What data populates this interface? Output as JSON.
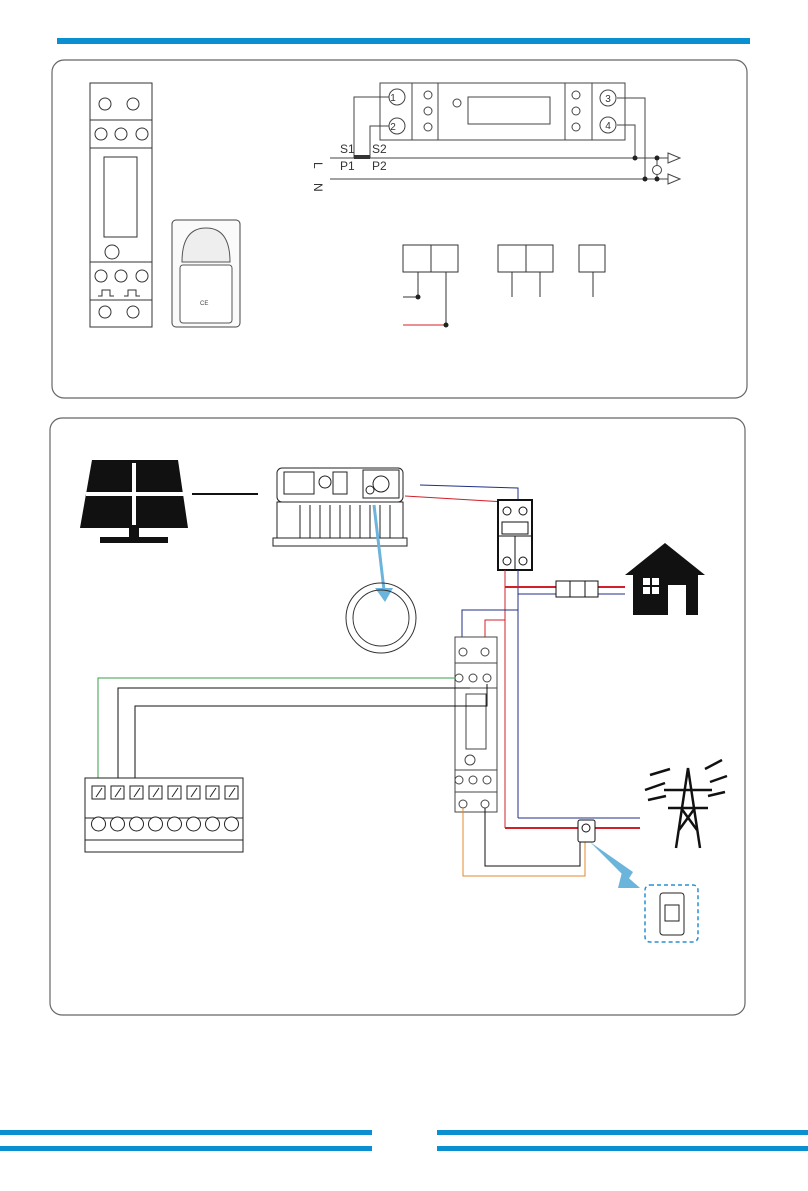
{
  "colors": {
    "accent": "#0a8fd0",
    "phase": "#d0202a",
    "neutral": "#1f2f86",
    "comm": "#3aa04a",
    "ct": "#e08a2a",
    "arrow": "#6bb4dc"
  },
  "meter_diagram": {
    "terminals": [
      "1",
      "2",
      "3",
      "4"
    ],
    "ct_labels": {
      "s1": "S1",
      "s2": "S2",
      "p1": "P1",
      "p2": "P2"
    },
    "line_labels": {
      "l": "L",
      "n": "N"
    }
  },
  "ct_sensor": {
    "mark": "CE"
  }
}
